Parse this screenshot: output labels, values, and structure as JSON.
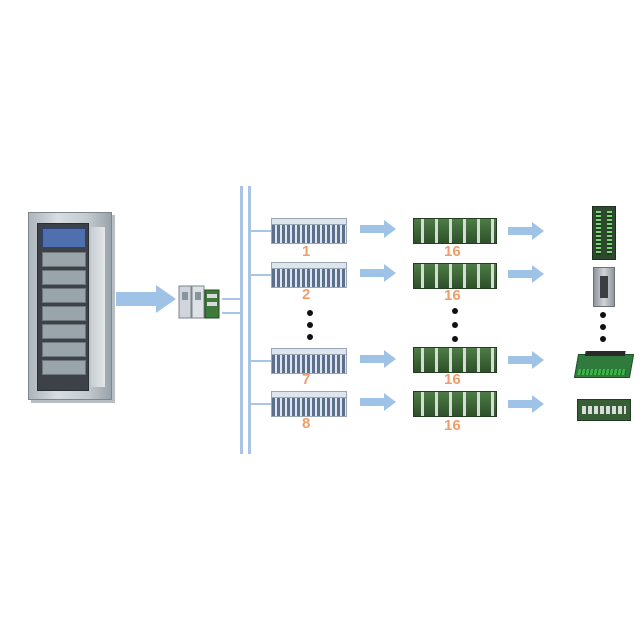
{
  "diagram": {
    "controller": {
      "icon": "control-cabinet-icon"
    },
    "interface": {
      "icon": "io-interface-module-icon"
    },
    "racks": [
      {
        "label": "1"
      },
      {
        "label": "2"
      },
      {
        "label": "7"
      },
      {
        "label": "8"
      }
    ],
    "boards": [
      {
        "label": "16"
      },
      {
        "label": "16"
      },
      {
        "label": "16"
      },
      {
        "label": "16"
      }
    ],
    "end_devices": [
      {
        "icon": "terminal-block-icon"
      },
      {
        "icon": "relay-module-icon"
      },
      {
        "icon": "pcb-terminal-board-icon"
      },
      {
        "icon": "relay-board-icon"
      }
    ],
    "colors": {
      "arrow": "#9fc3e7",
      "bus": "#a9c4e4",
      "label": "#ef9d6c"
    }
  }
}
